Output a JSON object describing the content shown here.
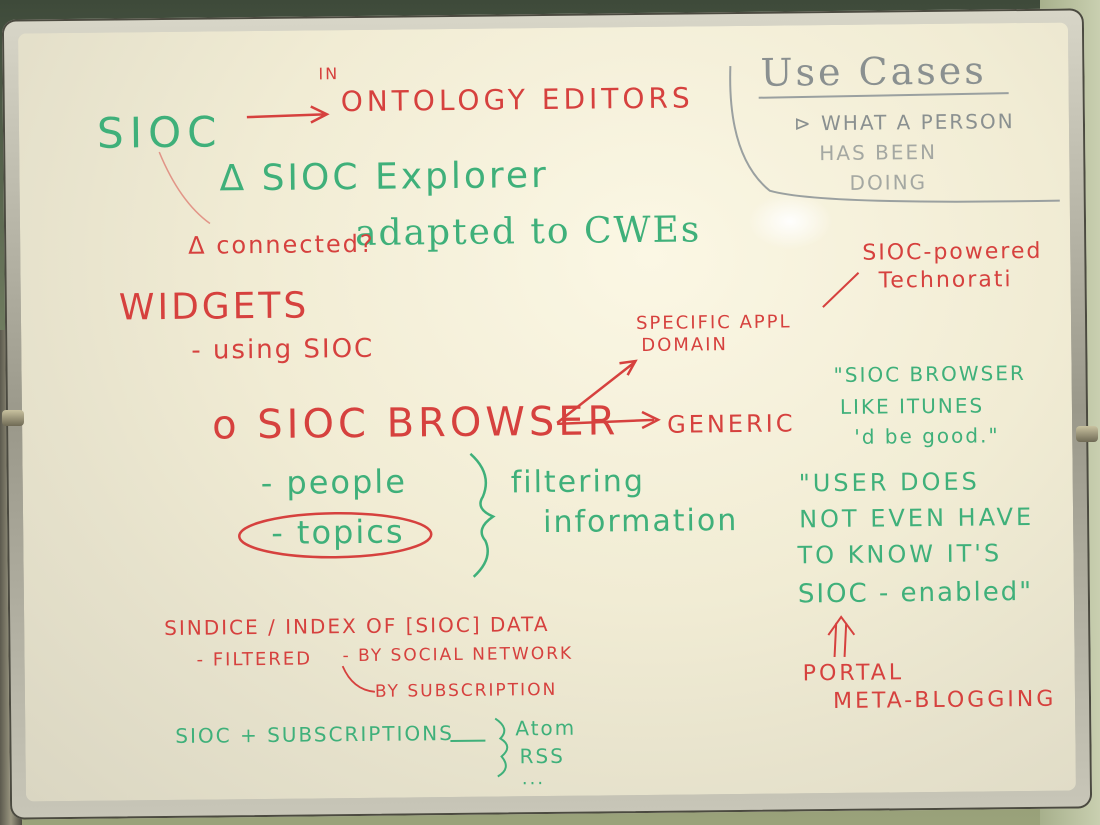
{
  "board": {
    "use_cases": {
      "title": "Use Cases",
      "line1": "⊳ WHAT A PERSON",
      "line2": "HAS BEEN",
      "line3": "DOING"
    },
    "siocs": "SIOC",
    "in_label": "IN",
    "ontology_editors": "ONTOLOGY EDITORS",
    "sioc_explorer": "Δ SIOC Explorer",
    "adapted_to_cwes": "adapted to CWEs",
    "connected": "Δ connected?",
    "widgets": "WIDGETS",
    "using_sioc": "- using SIOC",
    "sioc_browser": "o SIOC BROWSER",
    "specific_appl": "SPECIFIC APPL",
    "domain": "DOMAIN",
    "generic": "GENERIC",
    "sioc_powered": "SIOC-powered",
    "technorati": "Technorati",
    "people": "- people",
    "topics": "- topics",
    "filtering": "filtering",
    "information": "information",
    "quote_browser_1": "\"SIOC BROWSER",
    "quote_browser_2": "LIKE ITUNES",
    "quote_browser_3": "'d be good.\"",
    "user_1": "\"USER DOES",
    "user_2": "NOT EVEN HAVE",
    "user_3": "TO KNOW IT'S",
    "user_4": "SIOC - enabled\"",
    "sindice": "SINDICE / INDEX OF [SIOC] DATA",
    "filtered": "- FILTERED",
    "by_social": "- BY SOCIAL NETWORK",
    "by_subscription": "BY SUBSCRIPTION",
    "portal": "PORTAL",
    "meta_blogging": "META-BLOGGING",
    "sioc_subscriptions": "SIOC + SUBSCRIPTIONS",
    "atom": "Atom",
    "rss": "RSS",
    "dots": "..."
  },
  "colors": {
    "red_marker": "#d6413e",
    "green_marker": "#3fb07a",
    "grey_marker": "#8a9090",
    "board_white": "#f1ecd4"
  }
}
